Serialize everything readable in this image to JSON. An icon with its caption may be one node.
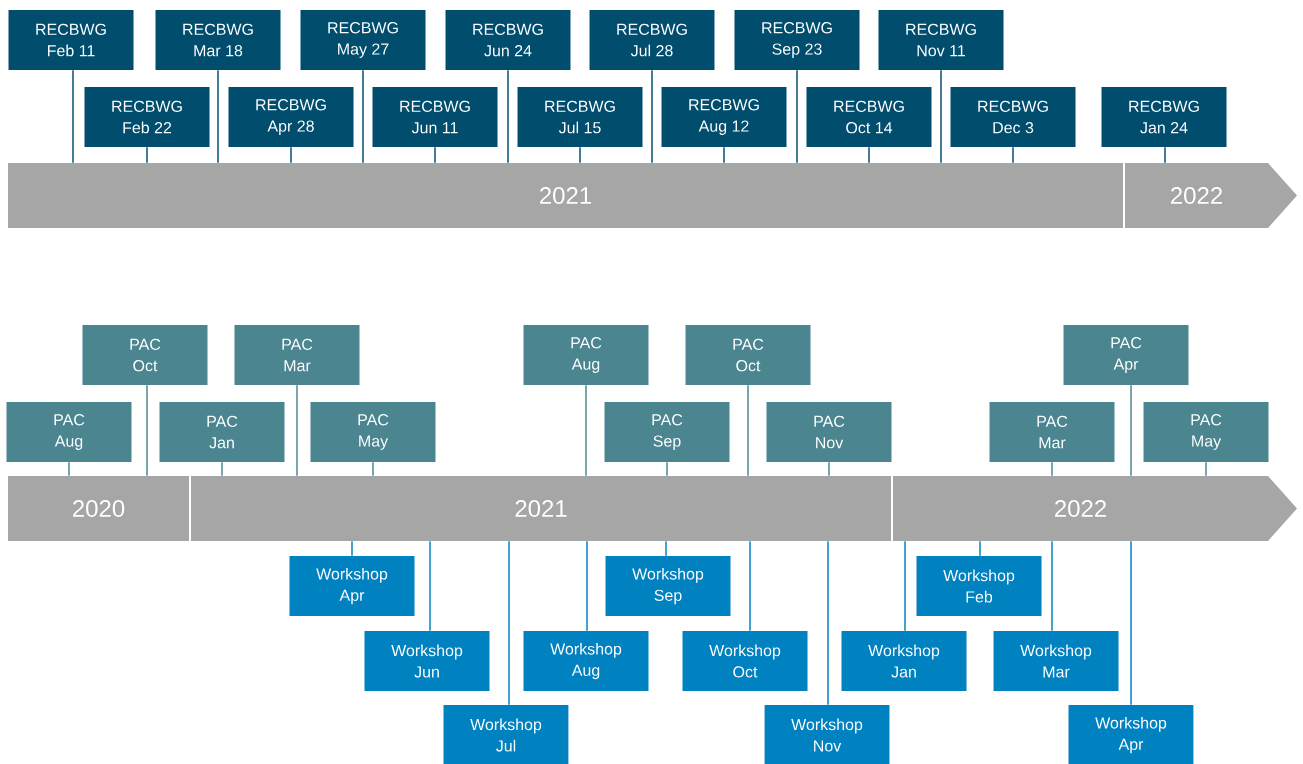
{
  "diagram": {
    "nodes": [
      {
        "text": [
          "RECBWG",
          "Feb 11"
        ]
      },
      {
        "text": [
          "RECBWG",
          "Feb 22"
        ]
      },
      {
        "text": [
          "RECBWG",
          "Mar 18"
        ]
      },
      {
        "text": [
          "RECBWG",
          "Apr 28"
        ]
      },
      {
        "text": [
          "RECBWG",
          "May 27"
        ]
      },
      {
        "text": [
          "RECBWG",
          "Jun 11"
        ]
      },
      {
        "text": [
          "RECBWG",
          "Jun 24"
        ]
      },
      {
        "text": [
          "RECBWG",
          "Jul 15"
        ]
      },
      {
        "text": [
          "RECBWG",
          "Jul 28"
        ]
      },
      {
        "text": [
          "RECBWG",
          "Aug 12"
        ]
      },
      {
        "text": [
          "RECBWG",
          "Sep 23"
        ]
      },
      {
        "text": [
          "RECBWG",
          "Oct 14"
        ]
      },
      {
        "text": [
          "RECBWG",
          "Nov 11"
        ]
      },
      {
        "text": [
          "RECBWG",
          "Dec 3"
        ]
      },
      {
        "text": [
          "RECBWG",
          "Jan 24"
        ]
      },
      {
        "text": [
          "2021"
        ]
      },
      {
        "text": [
          "2022"
        ]
      },
      {
        "text": [
          "PAC",
          "Aug"
        ]
      },
      {
        "text": [
          "PAC",
          "Oct"
        ]
      },
      {
        "text": [
          "PAC",
          "Jan"
        ]
      },
      {
        "text": [
          "PAC",
          "Mar"
        ]
      },
      {
        "text": [
          "PAC",
          "May"
        ]
      },
      {
        "text": [
          "PAC",
          "Aug"
        ]
      },
      {
        "text": [
          "PAC",
          "Sep"
        ]
      },
      {
        "text": [
          "PAC",
          "Oct"
        ]
      },
      {
        "text": [
          "PAC",
          "Nov"
        ]
      },
      {
        "text": [
          "PAC",
          "Mar"
        ]
      },
      {
        "text": [
          "PAC",
          "Apr"
        ]
      },
      {
        "text": [
          "PAC",
          "May"
        ]
      },
      {
        "text": [
          "2020"
        ]
      },
      {
        "text": [
          "2021"
        ]
      },
      {
        "text": [
          "2022"
        ]
      },
      {
        "text": [
          "Workshop",
          "Apr"
        ]
      },
      {
        "text": [
          "Workshop",
          "Jun"
        ]
      },
      {
        "text": [
          "Workshop",
          "Jul"
        ]
      },
      {
        "text": [
          "Workshop",
          "Aug"
        ]
      },
      {
        "text": [
          "Workshop",
          "Sep"
        ]
      },
      {
        "text": [
          "Workshop",
          "Oct"
        ]
      },
      {
        "text": [
          "Workshop",
          "Nov"
        ]
      },
      {
        "text": [
          "Workshop",
          "Jan"
        ]
      },
      {
        "text": [
          "Workshop",
          "Feb"
        ]
      },
      {
        "text": [
          "Workshop",
          "Mar"
        ]
      },
      {
        "text": [
          "Workshop",
          "Apr"
        ]
      }
    ],
    "edges": [
      {
        "from": 0,
        "to": 15,
        "arrow": "none"
      },
      {
        "from": 1,
        "to": 15,
        "arrow": "none"
      },
      {
        "from": 2,
        "to": 15,
        "arrow": "none"
      },
      {
        "from": 3,
        "to": 15,
        "arrow": "none"
      },
      {
        "from": 4,
        "to": 15,
        "arrow": "none"
      },
      {
        "from": 5,
        "to": 15,
        "arrow": "none"
      },
      {
        "from": 6,
        "to": 15,
        "arrow": "none"
      },
      {
        "from": 7,
        "to": 15,
        "arrow": "none"
      },
      {
        "from": 8,
        "to": 15,
        "arrow": "none"
      },
      {
        "from": 9,
        "to": 15,
        "arrow": "none"
      },
      {
        "from": 10,
        "to": 15,
        "arrow": "none"
      },
      {
        "from": 11,
        "to": 15,
        "arrow": "none"
      },
      {
        "from": 12,
        "to": 15,
        "arrow": "none"
      },
      {
        "from": 13,
        "to": 15,
        "arrow": "none"
      },
      {
        "from": 14,
        "to": 16,
        "arrow": "none"
      },
      {
        "from": 17,
        "to": 29,
        "arrow": "none",
        "color": "#4a8590"
      },
      {
        "from": 18,
        "to": 29,
        "arrow": "none",
        "color": "#4a8590"
      },
      {
        "from": 19,
        "to": 30,
        "arrow": "none",
        "color": "#4a8590"
      },
      {
        "from": 20,
        "to": 30,
        "arrow": "none",
        "color": "#4a8590"
      },
      {
        "from": 21,
        "to": 30,
        "arrow": "none",
        "color": "#4a8590"
      },
      {
        "from": 22,
        "to": 30,
        "arrow": "none",
        "color": "#4a8590"
      },
      {
        "from": 23,
        "to": 30,
        "arrow": "none",
        "color": "#4a8590"
      },
      {
        "from": 24,
        "to": 30,
        "arrow": "none",
        "color": "#4a8590"
      },
      {
        "from": 25,
        "to": 30,
        "arrow": "none",
        "color": "#4a8590"
      },
      {
        "from": 26,
        "to": 31,
        "arrow": "none",
        "color": "#4a8590"
      },
      {
        "from": 27,
        "to": 31,
        "arrow": "none",
        "color": "#4a8590"
      },
      {
        "from": 28,
        "to": 31,
        "arrow": "none",
        "color": "#4a8590"
      },
      {
        "from": 32,
        "to": 30,
        "arrow": "none",
        "color": "#0081c0"
      },
      {
        "from": 33,
        "to": 30,
        "arrow": "none",
        "color": "#0081c0"
      },
      {
        "from": 34,
        "to": 30,
        "arrow": "none",
        "color": "#0081c0"
      },
      {
        "from": 35,
        "to": 30,
        "arrow": "none",
        "color": "#0081c0"
      },
      {
        "from": 36,
        "to": 30,
        "arrow": "none",
        "color": "#0081c0"
      },
      {
        "from": 37,
        "to": 30,
        "arrow": "none",
        "color": "#0081c0"
      },
      {
        "from": 38,
        "to": 30,
        "arrow": "none",
        "color": "#0081c0"
      },
      {
        "from": 39,
        "to": 31,
        "arrow": "none",
        "color": "#0081c0"
      },
      {
        "from": 40,
        "to": 31,
        "arrow": "none",
        "color": "#0081c0"
      },
      {
        "from": 41,
        "to": 31,
        "arrow": "none",
        "color": "#0081c0"
      },
      {
        "from": 42,
        "to": 31,
        "arrow": "none",
        "color": "#0081c0"
      }
    ]
  }
}
